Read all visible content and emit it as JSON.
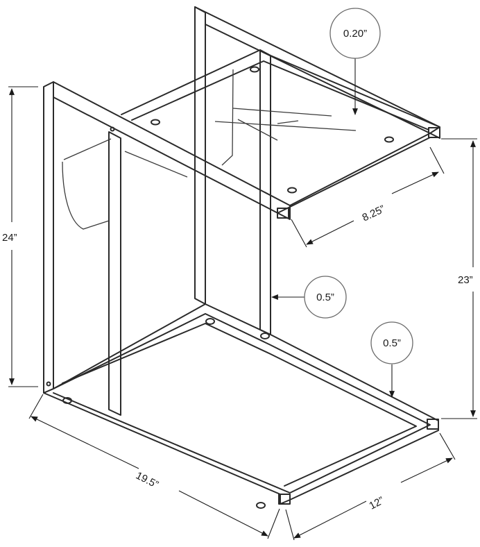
{
  "diagram": {
    "subject": "C-shaped side table dimension drawing",
    "dimensions": {
      "overall_height": "24”",
      "top_height": "23”",
      "top_width": "8.25”",
      "base_length": "19.5”",
      "base_depth": "12”"
    },
    "callouts": {
      "glass_thickness": "0.20”",
      "tube_vertical": "0.5”",
      "tube_base": "0.5”"
    },
    "colors": {
      "line": "#2a2a2a",
      "bubble_stroke": "#6a6a6a",
      "background": "#ffffff"
    }
  }
}
